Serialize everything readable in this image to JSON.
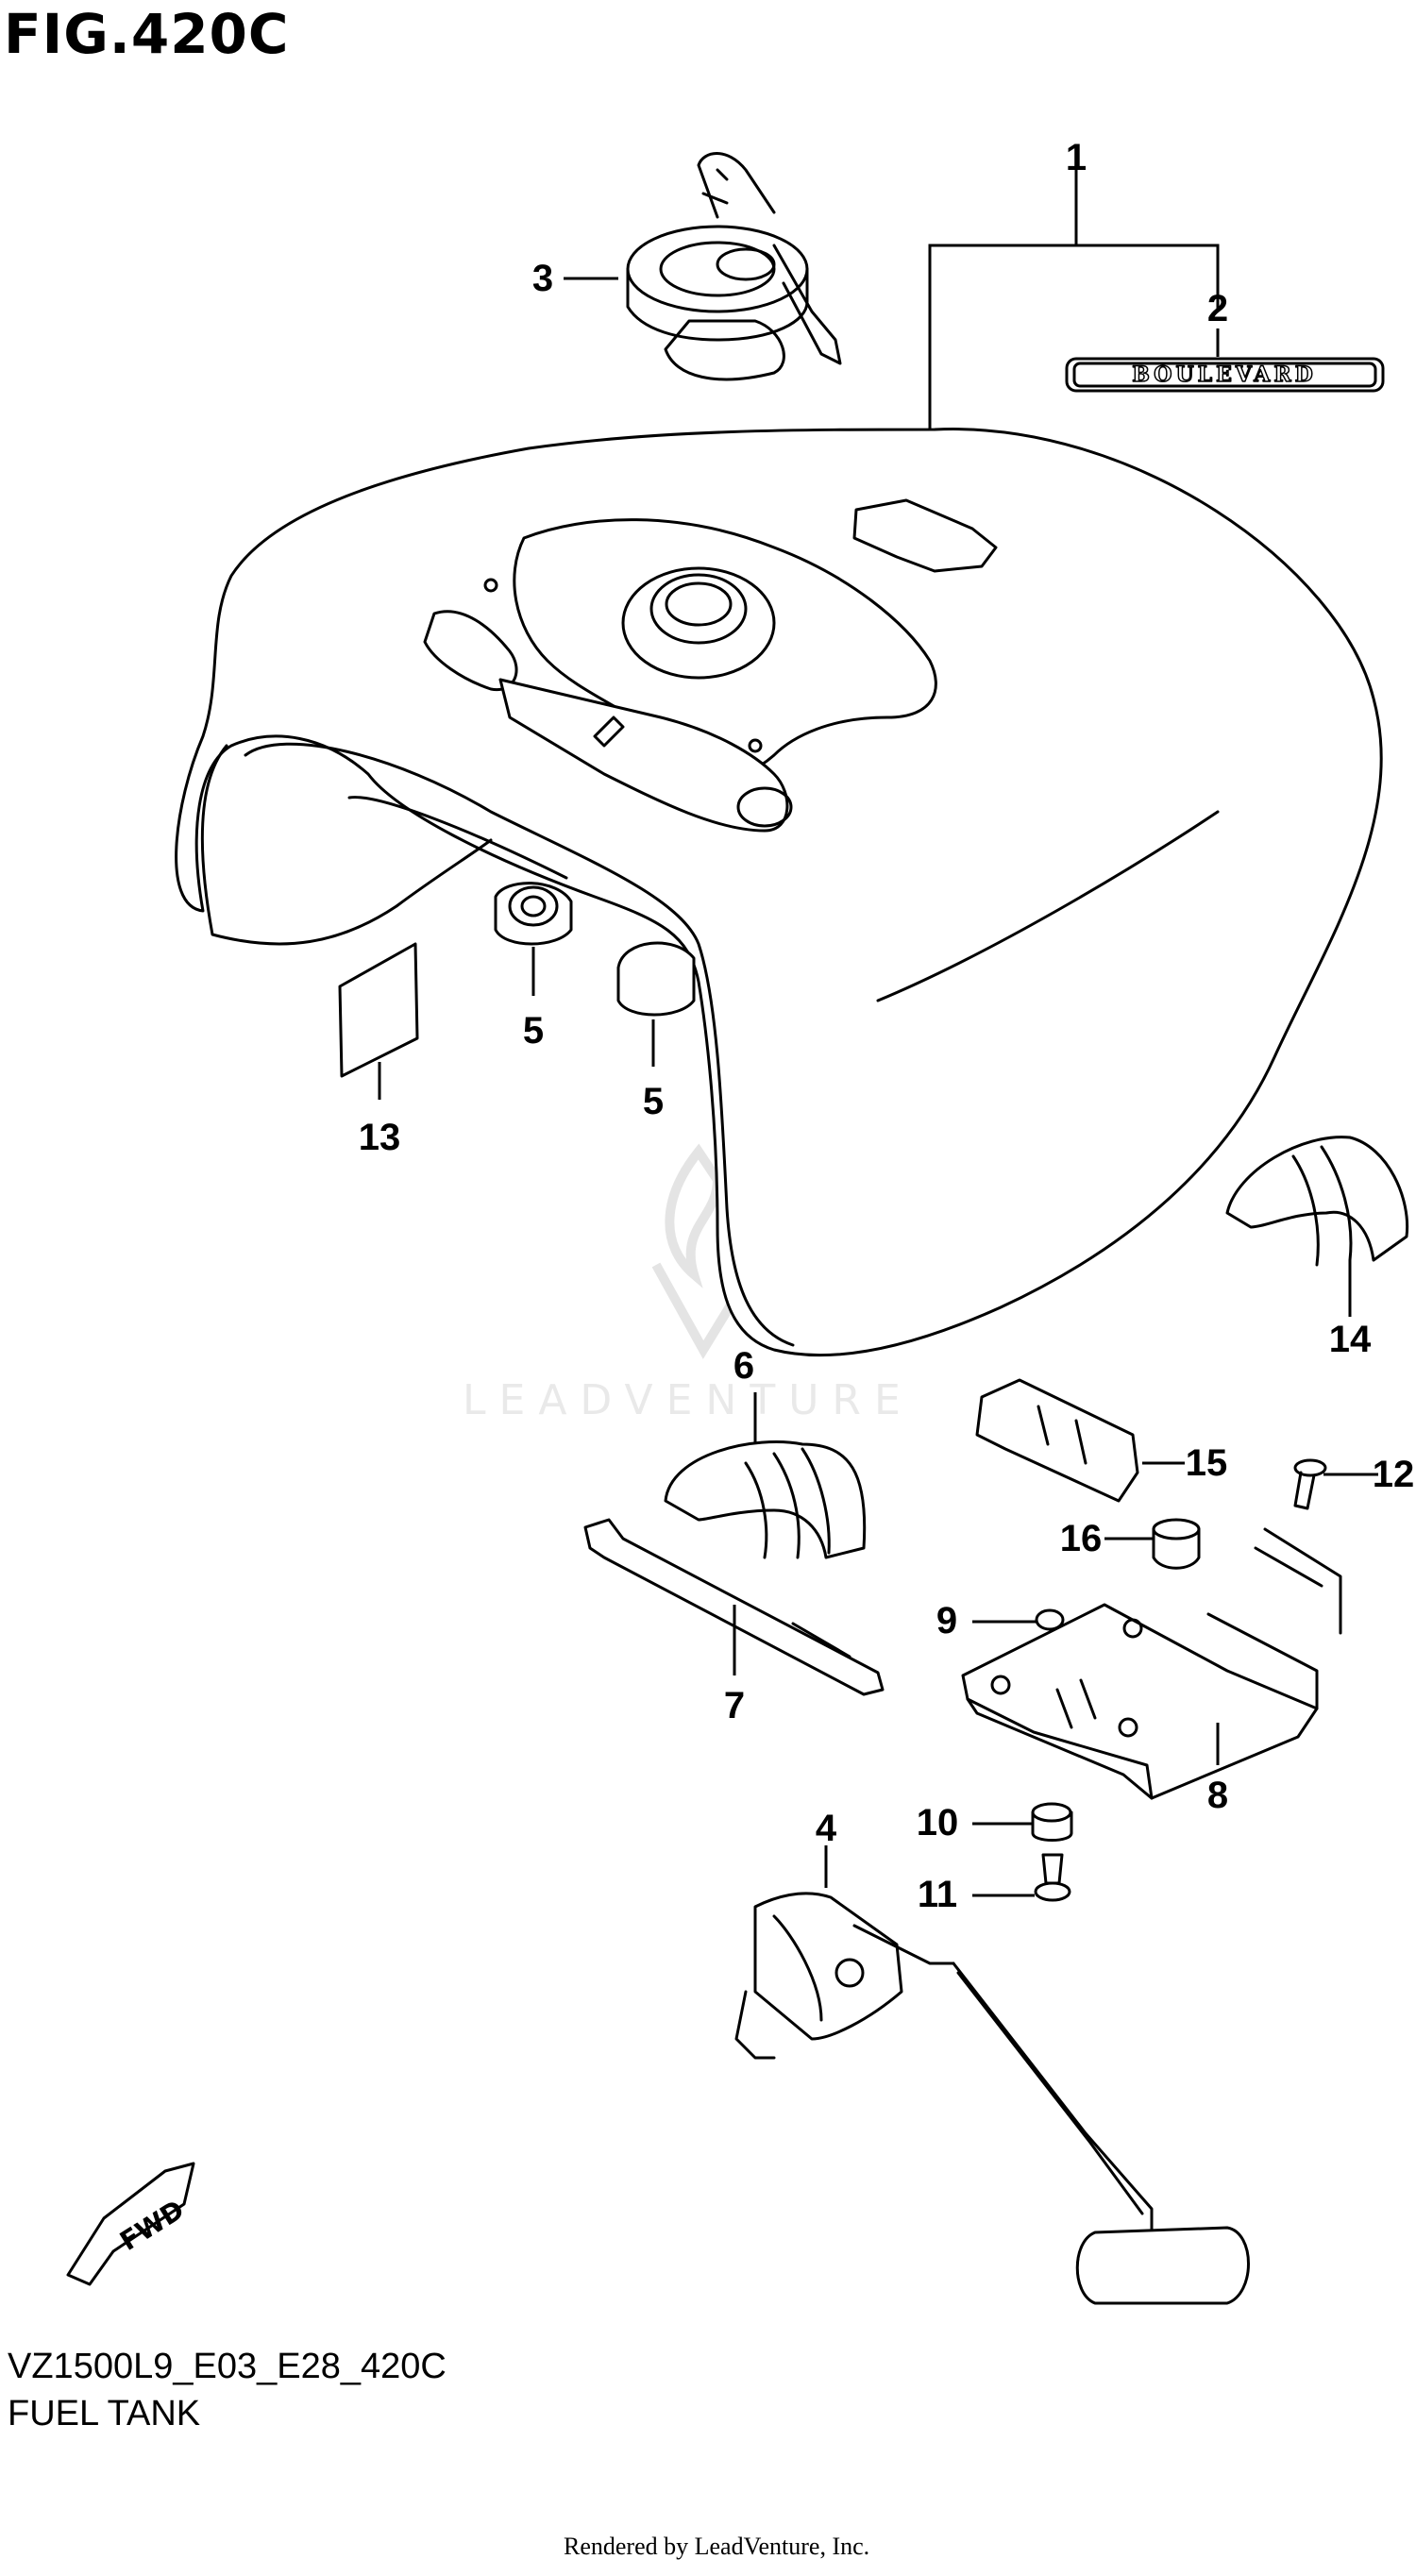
{
  "figure": {
    "title": "FIG.420C",
    "model_code": "VZ1500L9_E03_E28_420C",
    "name": "FUEL TANK",
    "rendered_by": "Rendered by LeadVenture, Inc.",
    "watermark": "LEADVENTURE"
  },
  "callouts": [
    "1",
    "2",
    "3",
    "4",
    "5",
    "5",
    "6",
    "7",
    "8",
    "9",
    "10",
    "11",
    "12",
    "13",
    "14",
    "15",
    "16"
  ],
  "emblem_text": "BOULEVARD",
  "fwd_label": "FWD"
}
